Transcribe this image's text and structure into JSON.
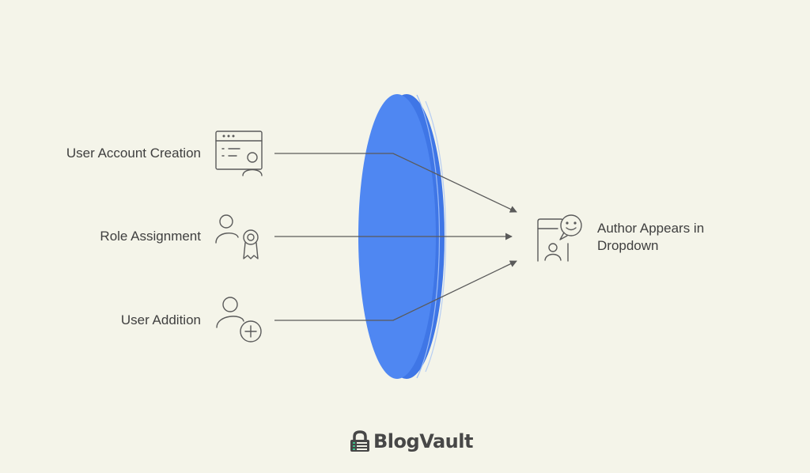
{
  "inputs": [
    {
      "label": "User Account Creation",
      "icon": "user-account-window-icon"
    },
    {
      "label": "Role Assignment",
      "icon": "user-role-badge-icon"
    },
    {
      "label": "User Addition",
      "icon": "user-add-icon"
    }
  ],
  "output": {
    "label": "Author Appears in Dropdown",
    "icon": "author-chat-device-icon"
  },
  "brand": {
    "name": "BlogVault"
  },
  "colors": {
    "background": "#f4f4e9",
    "lens": "#4f87f2",
    "lens_edge": "#3f76e6",
    "stroke": "#5a5a5a",
    "text": "#3f3f3f"
  }
}
